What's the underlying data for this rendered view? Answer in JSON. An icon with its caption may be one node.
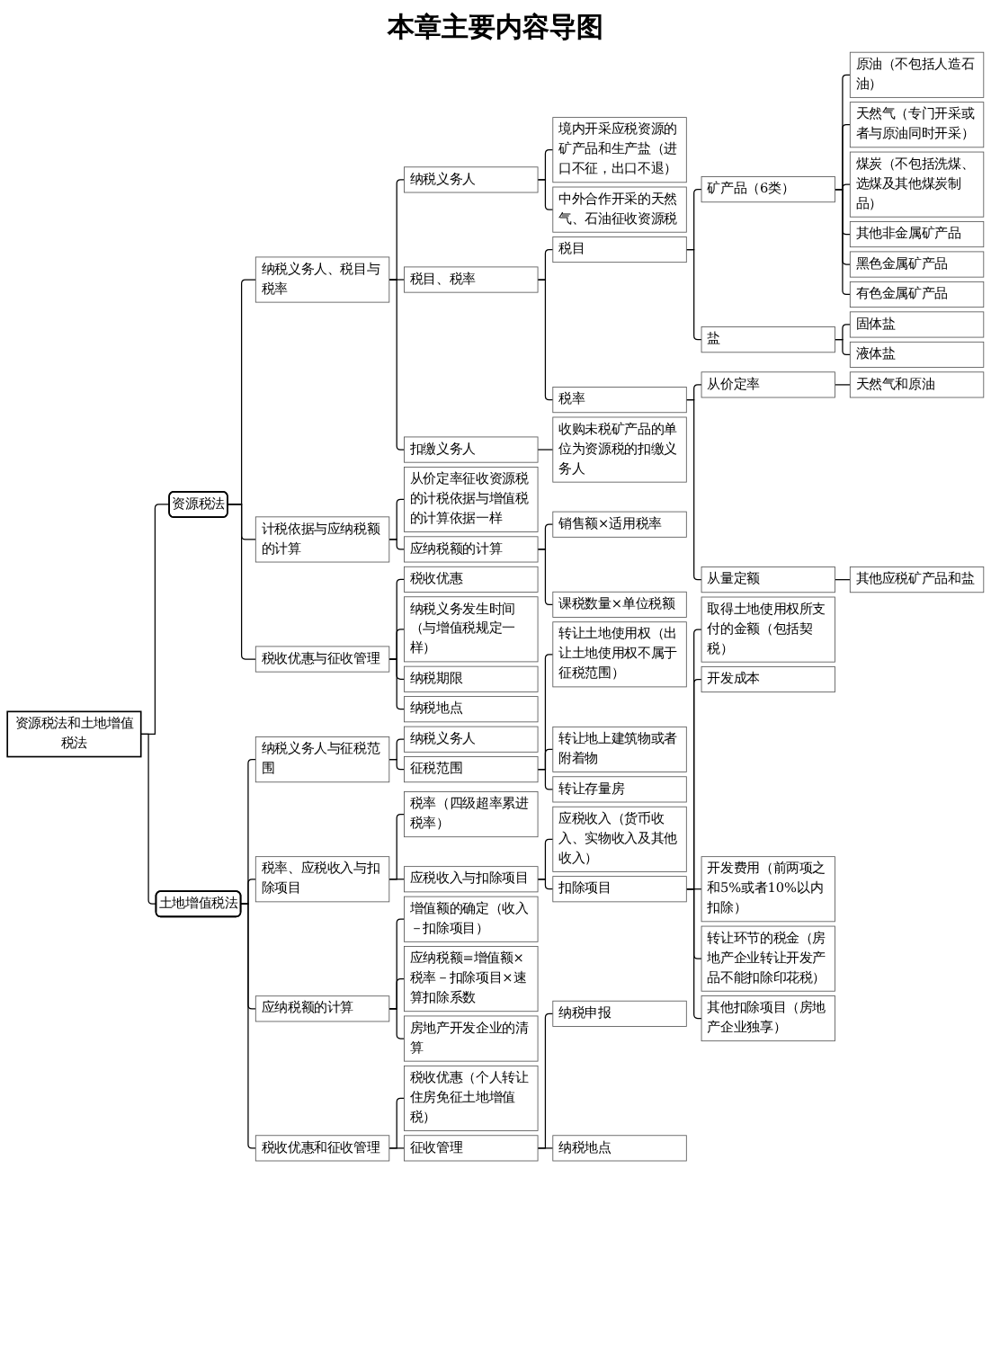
{
  "diagram": {
    "title": "本章主要内容导图",
    "nodes": [
      {
        "text": [
          "资源税法和土地增值税法"
        ]
      },
      {
        "text": [
          "资源税法"
        ]
      },
      {
        "text": [
          "纳税义务人、税目与税率"
        ]
      },
      {
        "text": [
          "纳税义务人"
        ]
      },
      {
        "text": [
          "境内开采应税资源的矿产品和生产盐（进口不征，出口不退）"
        ]
      },
      {
        "text": [
          "中外合作开采的天然气、石油征收资源税"
        ]
      },
      {
        "text": [
          "税目、税率"
        ]
      },
      {
        "text": [
          "税目"
        ]
      },
      {
        "text": [
          "矿产品（6类）"
        ]
      },
      {
        "text": [
          "原油（不包括人造石油）"
        ]
      },
      {
        "text": [
          "天然气（专门开采或者与原油同时开采）"
        ]
      },
      {
        "text": [
          "煤炭（不包括洗煤、选煤及其他煤炭制品）"
        ]
      },
      {
        "text": [
          "其他非金属矿产品"
        ]
      },
      {
        "text": [
          "黑色金属矿产品"
        ]
      },
      {
        "text": [
          "有色金属矿产品"
        ]
      },
      {
        "text": [
          "盐"
        ]
      },
      {
        "text": [
          "固体盐"
        ]
      },
      {
        "text": [
          "液体盐"
        ]
      },
      {
        "text": [
          "税率"
        ]
      },
      {
        "text": [
          "从价定率"
        ]
      },
      {
        "text": [
          "天然气和原油"
        ]
      },
      {
        "text": [
          "从量定额"
        ]
      },
      {
        "text": [
          "其他应税矿产品和盐"
        ]
      },
      {
        "text": [
          "扣缴义务人"
        ]
      },
      {
        "text": [
          "收购未税矿产品的单位为资源税的扣缴义务人"
        ]
      },
      {
        "text": [
          "计税依据与应纳税额的计算"
        ]
      },
      {
        "text": [
          "从价定率征收资源税的计税依据与增值税的计算依据一样"
        ]
      },
      {
        "text": [
          "应纳税额的计算"
        ]
      },
      {
        "text": [
          "销售额×适用税率"
        ]
      },
      {
        "text": [
          "课税数量×单位税额"
        ]
      },
      {
        "text": [
          "税收优惠与征收管理"
        ]
      },
      {
        "text": [
          "税收优惠"
        ]
      },
      {
        "text": [
          "纳税义务发生时间（与增值税规定一样）"
        ]
      },
      {
        "text": [
          "纳税期限"
        ]
      },
      {
        "text": [
          "纳税地点"
        ]
      },
      {
        "text": [
          "土地增值税法"
        ]
      },
      {
        "text": [
          "纳税义务人与征税范围"
        ]
      },
      {
        "text": [
          "纳税义务人"
        ]
      },
      {
        "text": [
          "征税范围"
        ]
      },
      {
        "text": [
          "转让土地使用权（出让土地使用权不属于征税范围）"
        ]
      },
      {
        "text": [
          "转让地上建筑物或者附着物"
        ]
      },
      {
        "text": [
          "转让存量房"
        ]
      },
      {
        "text": [
          "税率、应税收入与扣除项目"
        ]
      },
      {
        "text": [
          "税率（四级超率累进税率）"
        ]
      },
      {
        "text": [
          "应税收入与扣除项目"
        ]
      },
      {
        "text": [
          "应税收入（货币收入、实物收入及其他收入）"
        ]
      },
      {
        "text": [
          "扣除项目"
        ]
      },
      {
        "text": [
          "取得土地使用权所支付的金额（包括契税）"
        ]
      },
      {
        "text": [
          "开发成本"
        ]
      },
      {
        "text": [
          "开发费用（前两项之和5%或者10%以内扣除）"
        ]
      },
      {
        "text": [
          "转让环节的税金（房地产企业转让开发产品不能扣除印花税）"
        ]
      },
      {
        "text": [
          "其他扣除项目（房地产企业独享）"
        ]
      },
      {
        "text": [
          "应纳税额的计算"
        ]
      },
      {
        "text": [
          "增值额的确定（收入－扣除项目）"
        ]
      },
      {
        "text": [
          "应纳税额=增值额×税率－扣除项目×速算扣除系数"
        ]
      },
      {
        "text": [
          "房地产开发企业的清算"
        ]
      },
      {
        "text": [
          "税收优惠和征收管理"
        ]
      },
      {
        "text": [
          "税收优惠（个人转让住房免征土地增值税）"
        ]
      },
      {
        "text": [
          "征收管理"
        ]
      },
      {
        "text": [
          "纳税申报"
        ]
      },
      {
        "text": [
          "纳税地点"
        ]
      }
    ],
    "edges": [
      {
        "from": 0,
        "to": 1,
        "arrow": "none"
      },
      {
        "from": 1,
        "to": 2,
        "arrow": "none"
      },
      {
        "from": 2,
        "to": 3,
        "arrow": "none"
      },
      {
        "from": 3,
        "to": 4,
        "arrow": "none"
      },
      {
        "from": 3,
        "to": 5,
        "arrow": "none"
      },
      {
        "from": 2,
        "to": 6,
        "arrow": "none"
      },
      {
        "from": 6,
        "to": 7,
        "arrow": "none"
      },
      {
        "from": 7,
        "to": 8,
        "arrow": "none"
      },
      {
        "from": 8,
        "to": 9,
        "arrow": "none"
      },
      {
        "from": 8,
        "to": 10,
        "arrow": "none"
      },
      {
        "from": 8,
        "to": 11,
        "arrow": "none"
      },
      {
        "from": 8,
        "to": 12,
        "arrow": "none"
      },
      {
        "from": 8,
        "to": 13,
        "arrow": "none"
      },
      {
        "from": 8,
        "to": 14,
        "arrow": "none"
      },
      {
        "from": 7,
        "to": 15,
        "arrow": "none"
      },
      {
        "from": 15,
        "to": 16,
        "arrow": "none"
      },
      {
        "from": 15,
        "to": 17,
        "arrow": "none"
      },
      {
        "from": 6,
        "to": 18,
        "arrow": "none"
      },
      {
        "from": 18,
        "to": 19,
        "arrow": "none"
      },
      {
        "from": 19,
        "to": 20,
        "arrow": "none"
      },
      {
        "from": 18,
        "to": 21,
        "arrow": "none"
      },
      {
        "from": 21,
        "to": 22,
        "arrow": "none"
      },
      {
        "from": 2,
        "to": 23,
        "arrow": "none"
      },
      {
        "from": 23,
        "to": 24,
        "arrow": "none"
      },
      {
        "from": 1,
        "to": 25,
        "arrow": "none"
      },
      {
        "from": 25,
        "to": 26,
        "arrow": "none"
      },
      {
        "from": 25,
        "to": 27,
        "arrow": "none"
      },
      {
        "from": 27,
        "to": 28,
        "arrow": "none"
      },
      {
        "from": 27,
        "to": 29,
        "arrow": "none"
      },
      {
        "from": 1,
        "to": 30,
        "arrow": "none"
      },
      {
        "from": 30,
        "to": 31,
        "arrow": "none"
      },
      {
        "from": 30,
        "to": 32,
        "arrow": "none"
      },
      {
        "from": 30,
        "to": 33,
        "arrow": "none"
      },
      {
        "from": 30,
        "to": 34,
        "arrow": "none"
      },
      {
        "from": 0,
        "to": 35,
        "arrow": "none"
      },
      {
        "from": 35,
        "to": 36,
        "arrow": "none"
      },
      {
        "from": 36,
        "to": 37,
        "arrow": "none"
      },
      {
        "from": 36,
        "to": 38,
        "arrow": "none"
      },
      {
        "from": 38,
        "to": 39,
        "arrow": "none"
      },
      {
        "from": 38,
        "to": 40,
        "arrow": "none"
      },
      {
        "from": 38,
        "to": 41,
        "arrow": "none"
      },
      {
        "from": 35,
        "to": 42,
        "arrow": "none"
      },
      {
        "from": 42,
        "to": 43,
        "arrow": "none"
      },
      {
        "from": 42,
        "to": 44,
        "arrow": "none"
      },
      {
        "from": 44,
        "to": 45,
        "arrow": "none"
      },
      {
        "from": 44,
        "to": 46,
        "arrow": "none"
      },
      {
        "from": 46,
        "to": 47,
        "arrow": "none"
      },
      {
        "from": 46,
        "to": 48,
        "arrow": "none"
      },
      {
        "from": 46,
        "to": 49,
        "arrow": "none"
      },
      {
        "from": 46,
        "to": 50,
        "arrow": "none"
      },
      {
        "from": 46,
        "to": 51,
        "arrow": "none"
      },
      {
        "from": 35,
        "to": 52,
        "arrow": "none"
      },
      {
        "from": 52,
        "to": 53,
        "arrow": "none"
      },
      {
        "from": 52,
        "to": 54,
        "arrow": "none"
      },
      {
        "from": 52,
        "to": 55,
        "arrow": "none"
      },
      {
        "from": 35,
        "to": 56,
        "arrow": "none"
      },
      {
        "from": 56,
        "to": 57,
        "arrow": "none"
      },
      {
        "from": 56,
        "to": 58,
        "arrow": "none"
      },
      {
        "from": 58,
        "to": 59,
        "arrow": "none"
      },
      {
        "from": 58,
        "to": 60,
        "arrow": "none"
      }
    ]
  }
}
